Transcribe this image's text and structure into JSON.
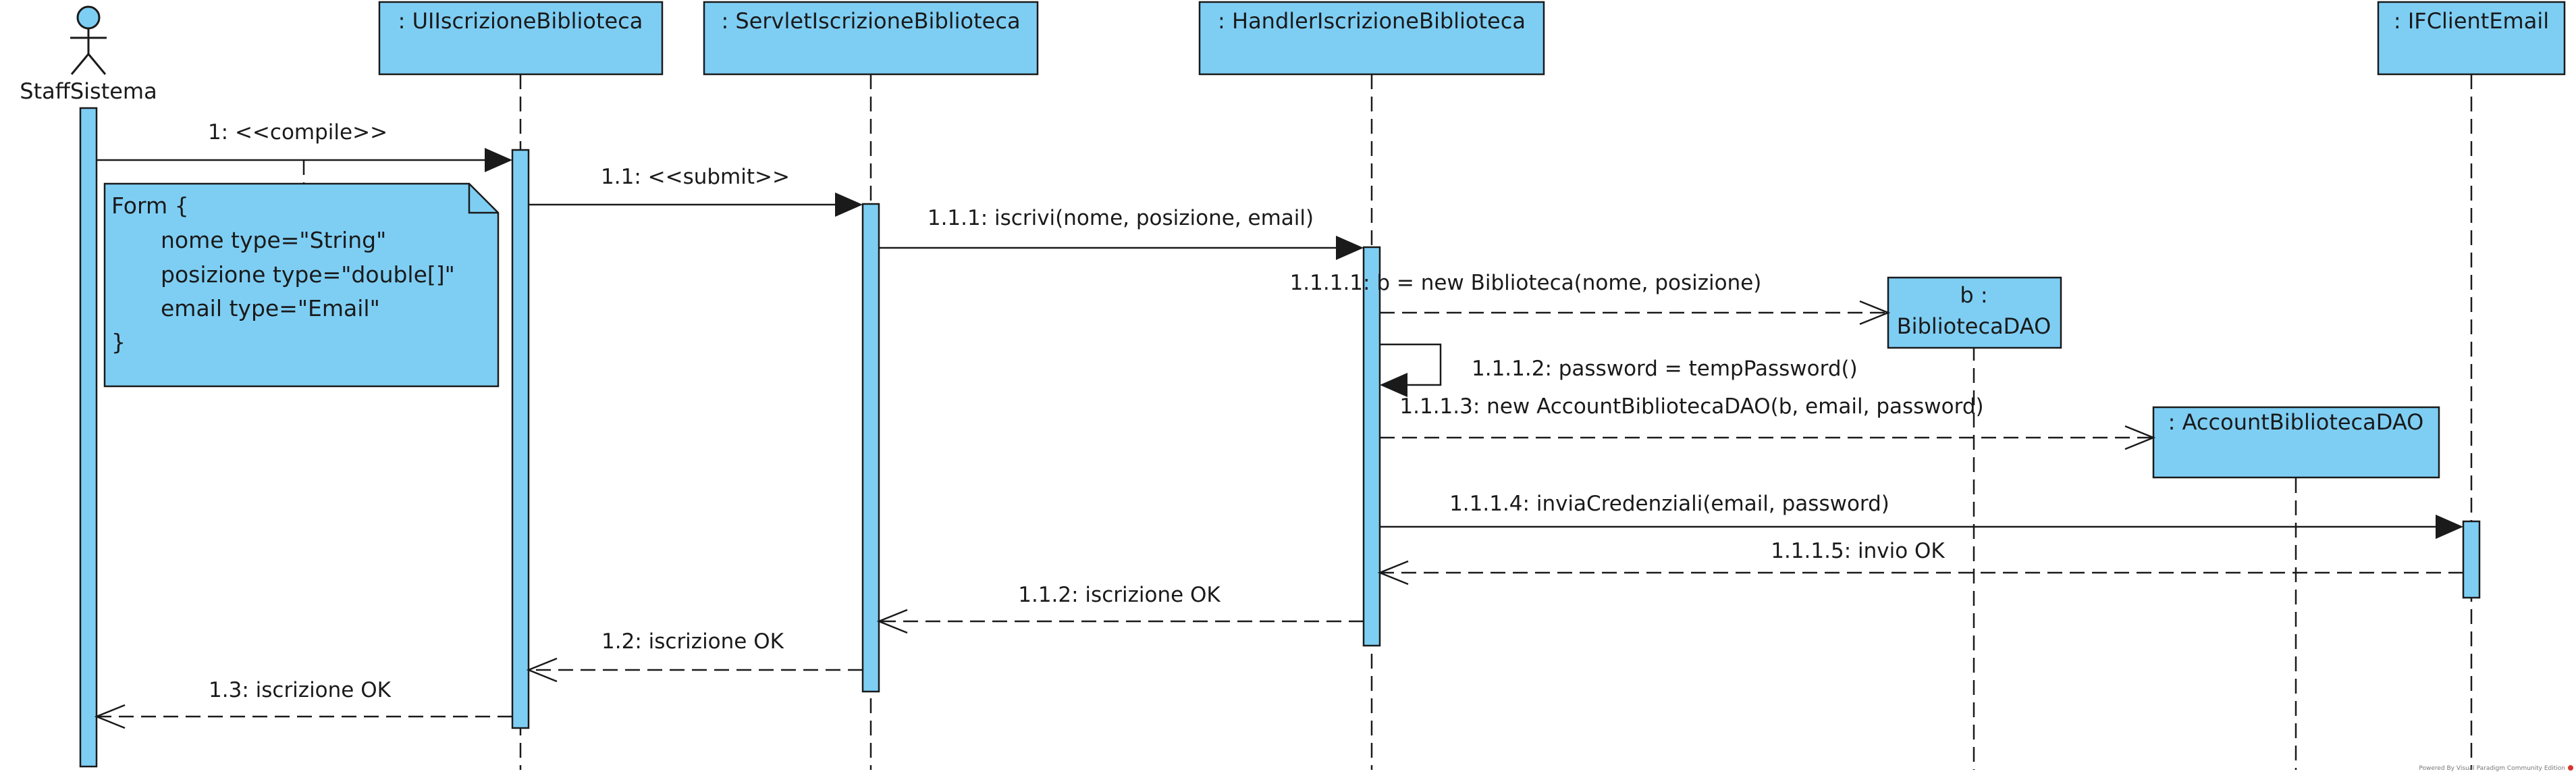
{
  "diagram": {
    "actor": {
      "name": "StaffSistema"
    },
    "lifelines": [
      {
        "id": "ui",
        "label": ": UIIscrizioneBiblioteca"
      },
      {
        "id": "servlet",
        "label": ": ServletIscrizioneBiblioteca"
      },
      {
        "id": "handler",
        "label": ": HandlerIscrizioneBiblioteca"
      },
      {
        "id": "email",
        "label": ": IFClientEmail"
      }
    ],
    "created_objects": {
      "biblioteca": {
        "line1": "b :",
        "line2": "BibliotecaDAO"
      },
      "account": {
        "label": ": AccountBibliotecaDAO"
      }
    },
    "note": {
      "lines": [
        "Form {",
        "nome type=\"String\"",
        "posizione type=\"double[]\"",
        "email type=\"Email\"",
        "}"
      ]
    },
    "messages": [
      {
        "id": "m1",
        "label": "1: <<compile>>"
      },
      {
        "id": "m11",
        "label": "1.1: <<submit>>"
      },
      {
        "id": "m111",
        "label": "1.1.1: iscrivi(nome, posizione, email)"
      },
      {
        "id": "m1111",
        "label": "1.1.1.1: b = new Biblioteca(nome, posizione)"
      },
      {
        "id": "m1112",
        "label": "1.1.1.2: password = tempPassword()"
      },
      {
        "id": "m1113",
        "label": "1.1.1.3: new AccountBibliotecaDAO(b, email, password)"
      },
      {
        "id": "m1114",
        "label": "1.1.1.4: inviaCredenziali(email, password)"
      },
      {
        "id": "m1115",
        "label": "1.1.1.5: invio OK"
      },
      {
        "id": "m112",
        "label": "1.1.2: iscrizione OK"
      },
      {
        "id": "m12",
        "label": "1.2: iscrizione OK"
      },
      {
        "id": "m13",
        "label": "1.3: iscrizione OK"
      }
    ],
    "footer": "Powered By Visual Paradigm Community Edition",
    "colors": {
      "box_fill": "#7ecef4",
      "line": "#1a1a1a",
      "background": "#ffffff"
    }
  }
}
